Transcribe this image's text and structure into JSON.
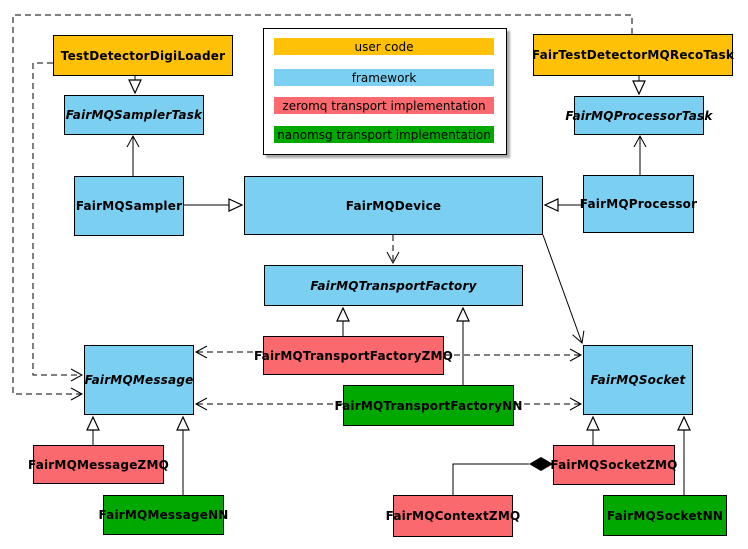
{
  "diagram": {
    "type": "uml-class-diagram",
    "subject": "FairMQ framework classes and transport implementations",
    "background_color": "#FFFFFF",
    "line_color": "#000000"
  },
  "legend": {
    "items": [
      {
        "id": "user-code",
        "label": "user code",
        "color": "#FFC107"
      },
      {
        "id": "framework",
        "label": "framework",
        "color": "#7BCFF1"
      },
      {
        "id": "zeromq",
        "label": "zeromq transport implementation",
        "color": "#F9696D"
      },
      {
        "id": "nanomsg",
        "label": "nanomsg transport implementation",
        "color": "#00A800"
      }
    ]
  },
  "nodes": {
    "testDetectorDigiLoader": {
      "label": "TestDetectorDigiLoader",
      "color": "#FFC107",
      "abstract": false,
      "category": "user code"
    },
    "fairTestDetectorMQRecoTask": {
      "label": "FairTestDetectorMQRecoTask",
      "color": "#FFC107",
      "abstract": false,
      "category": "user code"
    },
    "fairMQSamplerTask": {
      "label": "FairMQSamplerTask",
      "color": "#7BCFF1",
      "abstract": true,
      "category": "framework"
    },
    "fairMQProcessorTask": {
      "label": "FairMQProcessorTask",
      "color": "#7BCFF1",
      "abstract": true,
      "category": "framework"
    },
    "fairMQSampler": {
      "label": "FairMQSampler",
      "color": "#7BCFF1",
      "abstract": false,
      "category": "framework"
    },
    "fairMQDevice": {
      "label": "FairMQDevice",
      "color": "#7BCFF1",
      "abstract": false,
      "category": "framework"
    },
    "fairMQProcessor": {
      "label": "FairMQProcessor",
      "color": "#7BCFF1",
      "abstract": false,
      "category": "framework"
    },
    "fairMQTransportFactory": {
      "label": "FairMQTransportFactory",
      "color": "#7BCFF1",
      "abstract": true,
      "category": "framework"
    },
    "fairMQTransportFactoryZMQ": {
      "label": "FairMQTransportFactoryZMQ",
      "color": "#F9696D",
      "abstract": false,
      "category": "zeromq transport implementation"
    },
    "fairMQTransportFactoryNN": {
      "label": "FairMQTransportFactoryNN",
      "color": "#00A800",
      "abstract": false,
      "category": "nanomsg transport implementation"
    },
    "fairMQMessage": {
      "label": "FairMQMessage",
      "color": "#7BCFF1",
      "abstract": true,
      "category": "framework"
    },
    "fairMQSocket": {
      "label": "FairMQSocket",
      "color": "#7BCFF1",
      "abstract": true,
      "category": "framework"
    },
    "fairMQMessageZMQ": {
      "label": "FairMQMessageZMQ",
      "color": "#F9696D",
      "abstract": false,
      "category": "zeromq transport implementation"
    },
    "fairMQMessageNN": {
      "label": "FairMQMessageNN",
      "color": "#00A800",
      "abstract": false,
      "category": "nanomsg transport implementation"
    },
    "fairMQContextZMQ": {
      "label": "FairMQContextZMQ",
      "color": "#F9696D",
      "abstract": false,
      "category": "zeromq transport implementation"
    },
    "fairMQSocketZMQ": {
      "label": "FairMQSocketZMQ",
      "color": "#F9696D",
      "abstract": false,
      "category": "zeromq transport implementation"
    },
    "fairMQSocketNN": {
      "label": "FairMQSocketNN",
      "color": "#00A800",
      "abstract": false,
      "category": "nanomsg transport implementation"
    }
  },
  "edges": [
    {
      "from": "TestDetectorDigiLoader",
      "to": "FairMQSamplerTask",
      "type": "inheritance",
      "style": "solid"
    },
    {
      "from": "FairMQSampler",
      "to": "FairMQSamplerTask",
      "type": "arrow",
      "style": "solid"
    },
    {
      "from": "FairTestDetectorMQRecoTask",
      "to": "FairMQProcessorTask",
      "type": "inheritance",
      "style": "solid"
    },
    {
      "from": "FairMQProcessor",
      "to": "FairMQProcessorTask",
      "type": "arrow",
      "style": "solid"
    },
    {
      "from": "FairMQSampler",
      "to": "FairMQDevice",
      "type": "inheritance",
      "style": "solid"
    },
    {
      "from": "FairMQProcessor",
      "to": "FairMQDevice",
      "type": "inheritance",
      "style": "solid"
    },
    {
      "from": "FairMQDevice",
      "to": "FairMQTransportFactory",
      "type": "dependency",
      "style": "dashed"
    },
    {
      "from": "FairMQDevice",
      "to": "FairMQSocket",
      "type": "arrow",
      "style": "solid"
    },
    {
      "from": "FairMQTransportFactoryZMQ",
      "to": "FairMQTransportFactory",
      "type": "inheritance",
      "style": "solid"
    },
    {
      "from": "FairMQTransportFactoryNN",
      "to": "FairMQTransportFactory",
      "type": "inheritance",
      "style": "solid"
    },
    {
      "from": "FairMQTransportFactoryZMQ",
      "to": "FairMQMessage",
      "type": "dependency",
      "style": "dashed"
    },
    {
      "from": "FairMQTransportFactoryZMQ",
      "to": "FairMQSocket",
      "type": "dependency",
      "style": "dashed"
    },
    {
      "from": "FairMQTransportFactoryNN",
      "to": "FairMQMessage",
      "type": "dependency",
      "style": "dashed"
    },
    {
      "from": "FairMQTransportFactoryNN",
      "to": "FairMQSocket",
      "type": "dependency",
      "style": "dashed"
    },
    {
      "from": "TestDetectorDigiLoader",
      "to": "FairMQMessage",
      "type": "dependency",
      "style": "dashed"
    },
    {
      "from": "FairTestDetectorMQRecoTask",
      "to": "FairMQMessage",
      "type": "dependency",
      "style": "dashed"
    },
    {
      "from": "FairMQMessageZMQ",
      "to": "FairMQMessage",
      "type": "inheritance",
      "style": "solid"
    },
    {
      "from": "FairMQMessageNN",
      "to": "FairMQMessage",
      "type": "inheritance",
      "style": "solid"
    },
    {
      "from": "FairMQSocketZMQ",
      "to": "FairMQSocket",
      "type": "inheritance",
      "style": "solid"
    },
    {
      "from": "FairMQSocketNN",
      "to": "FairMQSocket",
      "type": "inheritance",
      "style": "solid"
    },
    {
      "from": "FairMQContextZMQ",
      "to": "FairMQSocketZMQ",
      "type": "composition",
      "style": "solid"
    }
  ]
}
